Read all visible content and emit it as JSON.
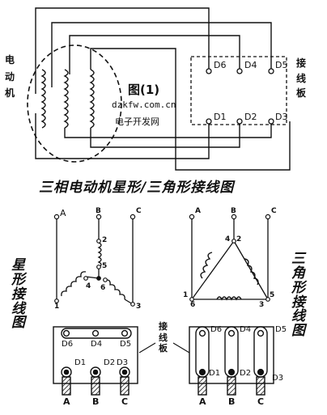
{
  "motor_label": [
    "电",
    "动",
    "机"
  ],
  "terminal_block_label": [
    "接",
    "线",
    "板"
  ],
  "figure_label": "图(1)",
  "site_url": "dzkfw.com.cn",
  "site_name": "电子开发网",
  "main_title": "三相电动机星形/三角形接线图",
  "star_label": [
    "星",
    "形",
    "接",
    "线",
    "图"
  ],
  "delta_label": [
    "三",
    "角",
    "形",
    "接",
    "线",
    "图"
  ],
  "board_label_middle": [
    "接",
    "线",
    "板"
  ],
  "top_terminals": {
    "top_row": [
      "D6",
      "D4",
      "D5"
    ],
    "bottom_row": [
      "D1",
      "D2",
      "D3"
    ]
  },
  "star_schematic": {
    "phases": [
      "A",
      "B",
      "C"
    ],
    "nodes": [
      "1",
      "2",
      "3",
      "4",
      "5",
      "6"
    ]
  },
  "delta_schematic": {
    "phases": [
      "A",
      "B",
      "C"
    ],
    "nodes": [
      "1",
      "2",
      "3",
      "4",
      "5",
      "6"
    ]
  },
  "bottom_boards": {
    "top_row": [
      "D6",
      "D4",
      "D5"
    ],
    "bottom_row": [
      "D1",
      "D2",
      "D3"
    ],
    "phases": [
      "A",
      "B",
      "C"
    ]
  }
}
